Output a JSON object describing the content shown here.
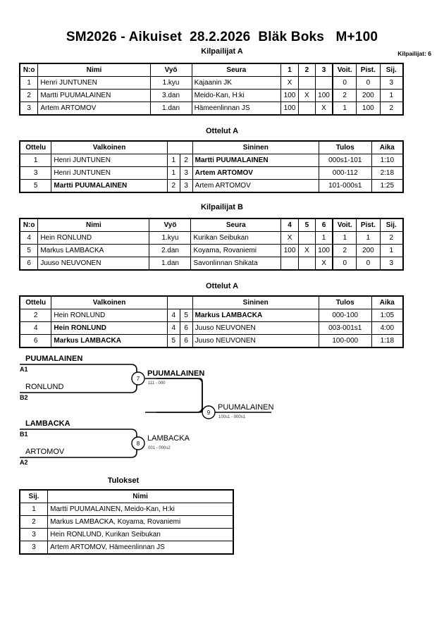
{
  "header": {
    "title": "SM2026 - Aikuiset  28.2.2026  Bläk Boks   M+100",
    "competitors_label": "Kilpailijat: 6"
  },
  "sections": {
    "poolA_heading": "Kilpailijat A",
    "poolB_heading": "Kilpailijat B",
    "matchesA_heading": "Ottelut A",
    "matchesB_heading": "Ottelut A",
    "results_heading": "Tulokset"
  },
  "competitor_columns": {
    "no": "N:o",
    "name": "Nimi",
    "belt": "Vyö",
    "club": "Seura",
    "wins": "Voit.",
    "points": "Pist.",
    "rank": "Sij."
  },
  "poolA": {
    "match_headers": [
      "1",
      "2",
      "3"
    ],
    "rows": [
      {
        "no": "1",
        "name": "Henri JUNTUNEN",
        "belt": "1.kyu",
        "club": "Kajaanin JK",
        "cells": [
          "X",
          "",
          ""
        ],
        "wins": "0",
        "points": "0",
        "rank": "3"
      },
      {
        "no": "2",
        "name": "Martti PUUMALAINEN",
        "belt": "3.dan",
        "club": "Meido-Kan, H:ki",
        "cells": [
          "100",
          "X",
          "100"
        ],
        "wins": "2",
        "points": "200",
        "rank": "1"
      },
      {
        "no": "3",
        "name": "Artem ARTOMOV",
        "belt": "1.dan",
        "club": "Hämeenlinnan JS",
        "cells": [
          "100",
          "",
          "X"
        ],
        "wins": "1",
        "points": "100",
        "rank": "2"
      }
    ]
  },
  "poolB": {
    "match_headers": [
      "4",
      "5",
      "6"
    ],
    "rows": [
      {
        "no": "4",
        "name": "Hein RONLUND",
        "belt": "1.kyu",
        "club": "Kurikan Seibukan",
        "cells": [
          "X",
          "",
          "1"
        ],
        "wins": "1",
        "points": "1",
        "rank": "2"
      },
      {
        "no": "5",
        "name": "Markus LAMBACKA",
        "belt": "2.dan",
        "club": "Koyama, Rovaniemi",
        "cells": [
          "100",
          "X",
          "100"
        ],
        "wins": "2",
        "points": "200",
        "rank": "1"
      },
      {
        "no": "6",
        "name": "Juuso NEUVONEN",
        "belt": "1.dan",
        "club": "Savonlinnan Shikata",
        "cells": [
          "",
          "",
          "X"
        ],
        "wins": "0",
        "points": "0",
        "rank": "3"
      }
    ]
  },
  "match_columns": {
    "ottelu": "Ottelu",
    "white": "Valkoinen",
    "blue": "Sininen",
    "result": "Tulos",
    "time": "Aika"
  },
  "matchesA": [
    {
      "no": "1",
      "white": "Henri JUNTUNEN",
      "white_bold": false,
      "nw": "1",
      "nb": "2",
      "blue": "Martti PUUMALAINEN",
      "blue_bold": true,
      "result": "000s1-101",
      "time": "1:10"
    },
    {
      "no": "3",
      "white": "Henri JUNTUNEN",
      "white_bold": false,
      "nw": "1",
      "nb": "3",
      "blue": "Artem ARTOMOV",
      "blue_bold": true,
      "result": "000-112",
      "time": "2:18"
    },
    {
      "no": "5",
      "white": "Martti PUUMALAINEN",
      "white_bold": true,
      "nw": "2",
      "nb": "3",
      "blue": "Artem ARTOMOV",
      "blue_bold": false,
      "result": "101-000s1",
      "time": "1:25"
    }
  ],
  "matchesB": [
    {
      "no": "2",
      "white": "Hein RONLUND",
      "white_bold": false,
      "nw": "4",
      "nb": "5",
      "blue": "Markus LAMBACKA",
      "blue_bold": true,
      "result": "000-100",
      "time": "1:05"
    },
    {
      "no": "4",
      "white": "Hein RONLUND",
      "white_bold": true,
      "nw": "4",
      "nb": "6",
      "blue": "Juuso NEUVONEN",
      "blue_bold": false,
      "result": "003-001s1",
      "time": "4:00"
    },
    {
      "no": "6",
      "white": "Markus LAMBACKA",
      "white_bold": true,
      "nw": "5",
      "nb": "6",
      "blue": "Juuso NEUVONEN",
      "blue_bold": false,
      "result": "100-000",
      "time": "1:18"
    }
  ],
  "bracket": {
    "entrants": [
      {
        "name": "PUUMALAINEN",
        "seed": "A1"
      },
      {
        "name": "RONLUND",
        "seed": "B2"
      },
      {
        "name": "LAMBACKA",
        "seed": "B1"
      },
      {
        "name": "ARTOMOV",
        "seed": "A2"
      }
    ],
    "semifinal1": {
      "number": "7",
      "winner": "PUUMALAINEN",
      "score": "111 - 000"
    },
    "semifinal2": {
      "number": "8",
      "winner": "LAMBACKA",
      "score": "001 - 000s2"
    },
    "final": {
      "number": "9",
      "winner": "PUUMALAINEN",
      "score": "100s1 - 000s1"
    }
  },
  "results_columns": {
    "rank": "Sij.",
    "name": "Nimi"
  },
  "results": [
    {
      "rank": "1",
      "name": "Martti PUUMALAINEN, Meido-Kan, H:ki"
    },
    {
      "rank": "2",
      "name": "Markus LAMBACKA, Koyama, Rovaniemi"
    },
    {
      "rank": "3",
      "name": "Hein RONLUND, Kurikan Seibukan"
    },
    {
      "rank": "3",
      "name": "Artem ARTOMOV, Hämeenlinnan JS"
    }
  ]
}
